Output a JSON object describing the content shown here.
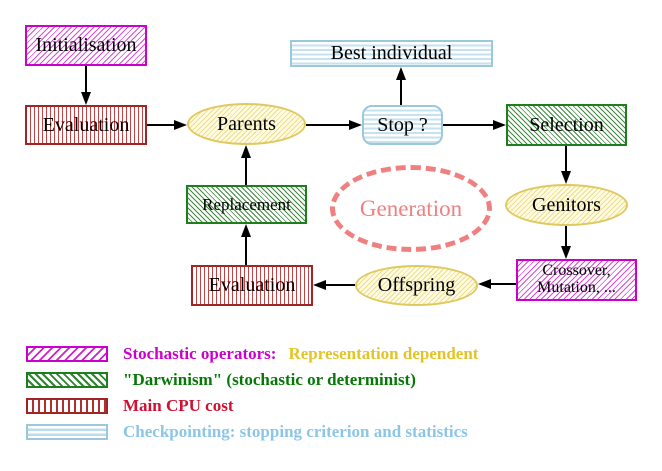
{
  "nodes": {
    "initialisation": "Initialisation",
    "evaluation_top": "Evaluation",
    "parents": "Parents",
    "stop": "Stop ?",
    "best_individual": "Best individual",
    "selection": "Selection",
    "genitors": "Genitors",
    "crossover_line1": "Crossover,",
    "crossover_line2": "Mutation, ...",
    "offspring": "Offspring",
    "evaluation_bottom": "Evaluation",
    "replacement": "Replacement",
    "generation": "Generation"
  },
  "legend": {
    "rows": [
      {
        "text": "Stochastic operators:",
        "text2": "Representation dependent"
      },
      {
        "text": "\"Darwinism\" (stochastic or determinist)"
      },
      {
        "text": "Main CPU cost"
      },
      {
        "text": "Checkpointing: stopping criterion and statistics"
      }
    ]
  },
  "colors": {
    "magenta": "#cc00cc",
    "gold": "#e3c426",
    "dark_green": "#067806",
    "green_border": "#1e7e1e",
    "crimson": "#cc1133",
    "red_border": "#a02525",
    "light_blue": "#8cc6e6",
    "cyan_border": "#9cc8dc",
    "yellow_border": "#e0c860",
    "salmon": "#f08080",
    "arrow_black": "#000000"
  }
}
